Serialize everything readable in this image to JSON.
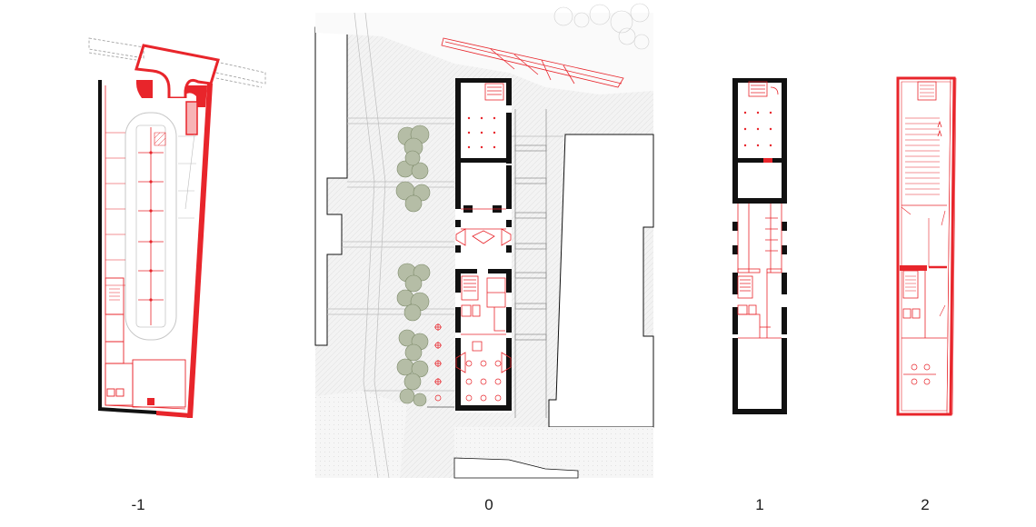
{
  "levels": [
    {
      "label": "-1"
    },
    {
      "label": "0"
    },
    {
      "label": "1"
    },
    {
      "label": "2"
    }
  ],
  "colors": {
    "wall": "#111111",
    "accent": "#e8252b",
    "accent_light": "#f29a9c",
    "context": "#c9c9c9",
    "ground": "#f4f4f4",
    "tree": "#9aa58a"
  }
}
